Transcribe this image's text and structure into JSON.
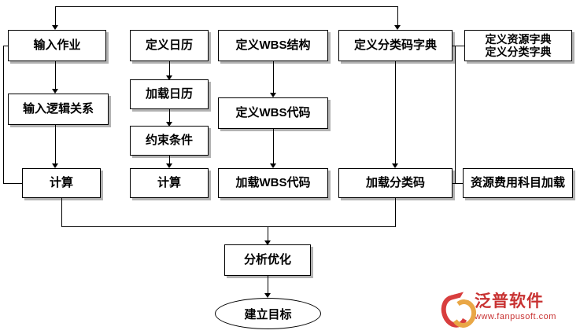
{
  "diagram": {
    "title": "",
    "type": "flowchart",
    "nodes": [
      {
        "id": "input-task",
        "label": "输入作业"
      },
      {
        "id": "define-calendar",
        "label": "定义日历"
      },
      {
        "id": "define-wbs",
        "label": "定义WBS结构"
      },
      {
        "id": "define-code-dict",
        "label": "定义分类码字典"
      },
      {
        "id": "define-res-dict",
        "label_line1": "定义资源字典",
        "label_line2": "定义分类字典"
      },
      {
        "id": "input-logic",
        "label": "输入逻辑关系"
      },
      {
        "id": "load-calendar",
        "label": "加载日历"
      },
      {
        "id": "constraint",
        "label": "约束条件"
      },
      {
        "id": "define-wbs-code",
        "label": "定义WBS代码"
      },
      {
        "id": "calc-left",
        "label": "计算"
      },
      {
        "id": "calc-mid",
        "label": "计算"
      },
      {
        "id": "load-wbs-code",
        "label": "加载WBS代码"
      },
      {
        "id": "load-class-code",
        "label": "加载分类码"
      },
      {
        "id": "load-res-cost",
        "label": "资源费用科目加载"
      },
      {
        "id": "analyze-optimize",
        "label": "分析优化"
      },
      {
        "id": "build-target",
        "label": "建立目标"
      }
    ],
    "colors": {
      "stroke": "#000000",
      "fill": "#ffffff",
      "text": "#000000",
      "shadow": "rgba(0,0,0,0.30)"
    }
  },
  "watermark": {
    "name": "泛普软件",
    "url": "www.fanpusoft.com",
    "brand_color": "#c62828"
  }
}
